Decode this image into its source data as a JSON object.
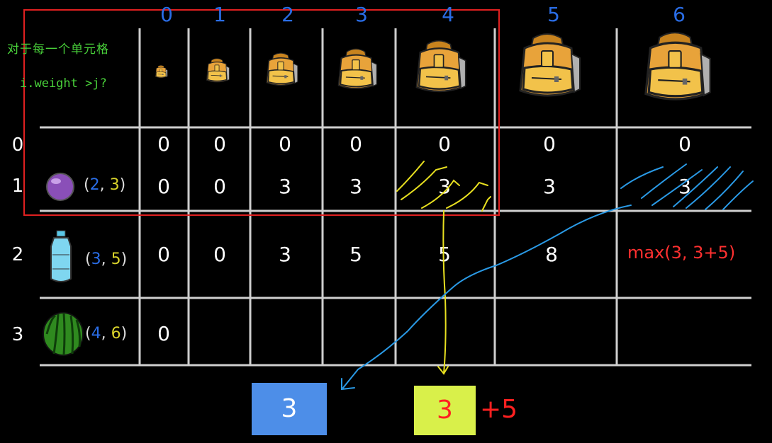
{
  "columns": [
    "0",
    "1",
    "2",
    "3",
    "4",
    "5",
    "6"
  ],
  "notes": {
    "line1": "对于每一个单元格",
    "line2": "i.weight >j?"
  },
  "rows": [
    {
      "index": "0",
      "item": "",
      "weight": "",
      "value": "",
      "cells": [
        "0",
        "0",
        "0",
        "0",
        "0",
        "0",
        "0"
      ]
    },
    {
      "index": "1",
      "item": "purple-ball",
      "weight": "2",
      "value": "3",
      "cells": [
        "0",
        "0",
        "3",
        "3",
        "3",
        "3",
        "3"
      ]
    },
    {
      "index": "2",
      "item": "water-bottle",
      "weight": "3",
      "value": "5",
      "cells": [
        "0",
        "0",
        "3",
        "5",
        "5",
        "8",
        ""
      ]
    },
    {
      "index": "3",
      "item": "watermelon",
      "weight": "4",
      "value": "6",
      "cells": [
        "0",
        "",
        "",
        "",
        "",
        "",
        ""
      ]
    }
  ],
  "pair_punct": {
    "open": "(",
    "comma": ", ",
    "close": ")"
  },
  "annotation_max": "max(3, 3+5)",
  "result_blue": "3",
  "result_yellow": "3",
  "result_plus": "+5",
  "colors": {
    "column_numbers": "#2a6de6",
    "highlight_frame": "#e02020",
    "blue_stroke": "#2a9ae6",
    "yellow_stroke": "#e8e020",
    "max_text": "#ff3030",
    "blue_box": "#4d8ee8",
    "yellow_box": "#d9f04a"
  },
  "icons": [
    "backpack-icon",
    "purple-ball-icon",
    "water-bottle-icon",
    "watermelon-icon"
  ]
}
